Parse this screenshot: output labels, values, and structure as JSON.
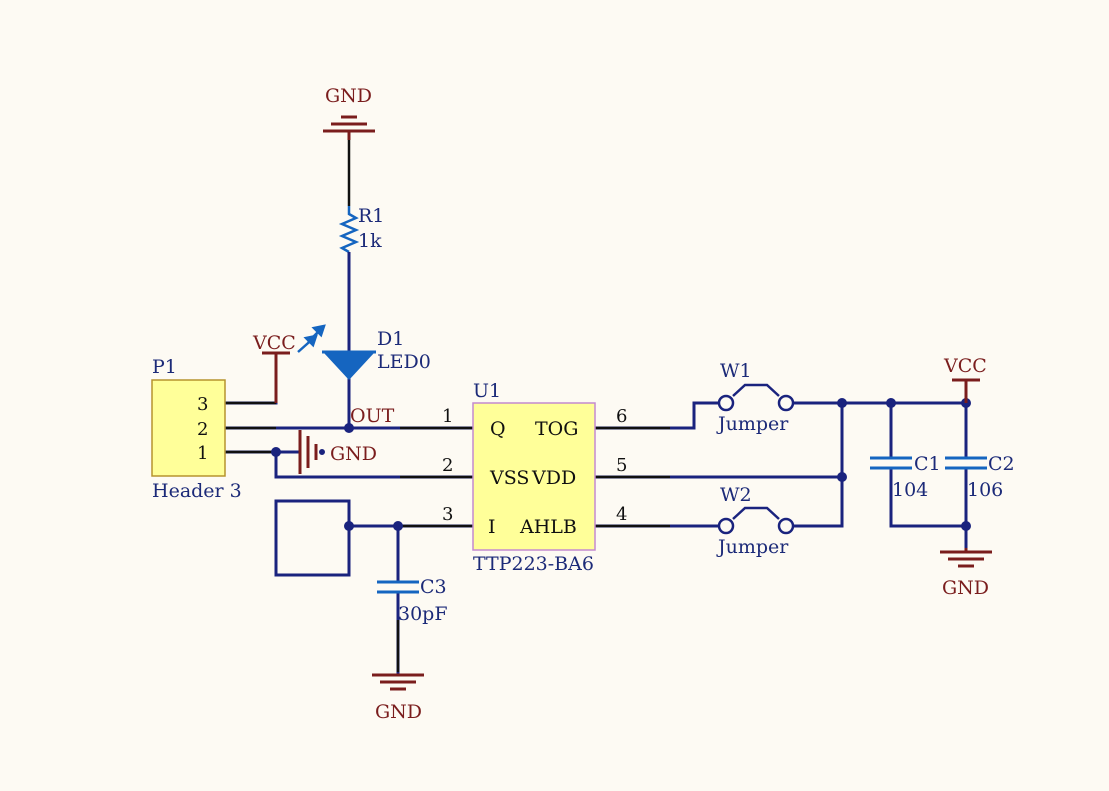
{
  "labels": {
    "gnd_top": "GND",
    "r1_ref": "R1",
    "r1_val": "1k",
    "d1_ref": "D1",
    "d1_val": "LED0",
    "vcc_left": "VCC",
    "out_net": "OUT",
    "gnd_switch": "GND",
    "p1_ref": "P1",
    "p1_name": "Header 3",
    "p1_pin3": "3",
    "p1_pin2": "2",
    "p1_pin1": "1",
    "u1_ref": "U1",
    "u1_name": "TTP223-BA6",
    "u1_pin_q": "Q",
    "u1_pin_tog": "TOG",
    "u1_pin_vss": "VSS",
    "u1_pin_vdd": "VDD",
    "u1_pin_i": "I",
    "u1_pin_ahlb": "AHLB",
    "pin1": "1",
    "pin2": "2",
    "pin3": "3",
    "pin4": "4",
    "pin5": "5",
    "pin6": "6",
    "w1_ref": "W1",
    "w1_val": "Jumper",
    "w2_ref": "W2",
    "w2_val": "Jumper",
    "vcc_right": "VCC",
    "c1_ref": "C1",
    "c1_val": "104",
    "c2_ref": "C2",
    "c2_val": "106",
    "gnd_right": "GND",
    "c3_ref": "C3",
    "c3_val": "30pF",
    "gnd_bottom": "GND"
  },
  "colors": {
    "background": "#fdfaf3",
    "wire": "#1a237e",
    "component": "#1565c0",
    "power": "#7a1d1d",
    "ic_fill": "#ffff99",
    "ic_border": "#c48ad0"
  }
}
